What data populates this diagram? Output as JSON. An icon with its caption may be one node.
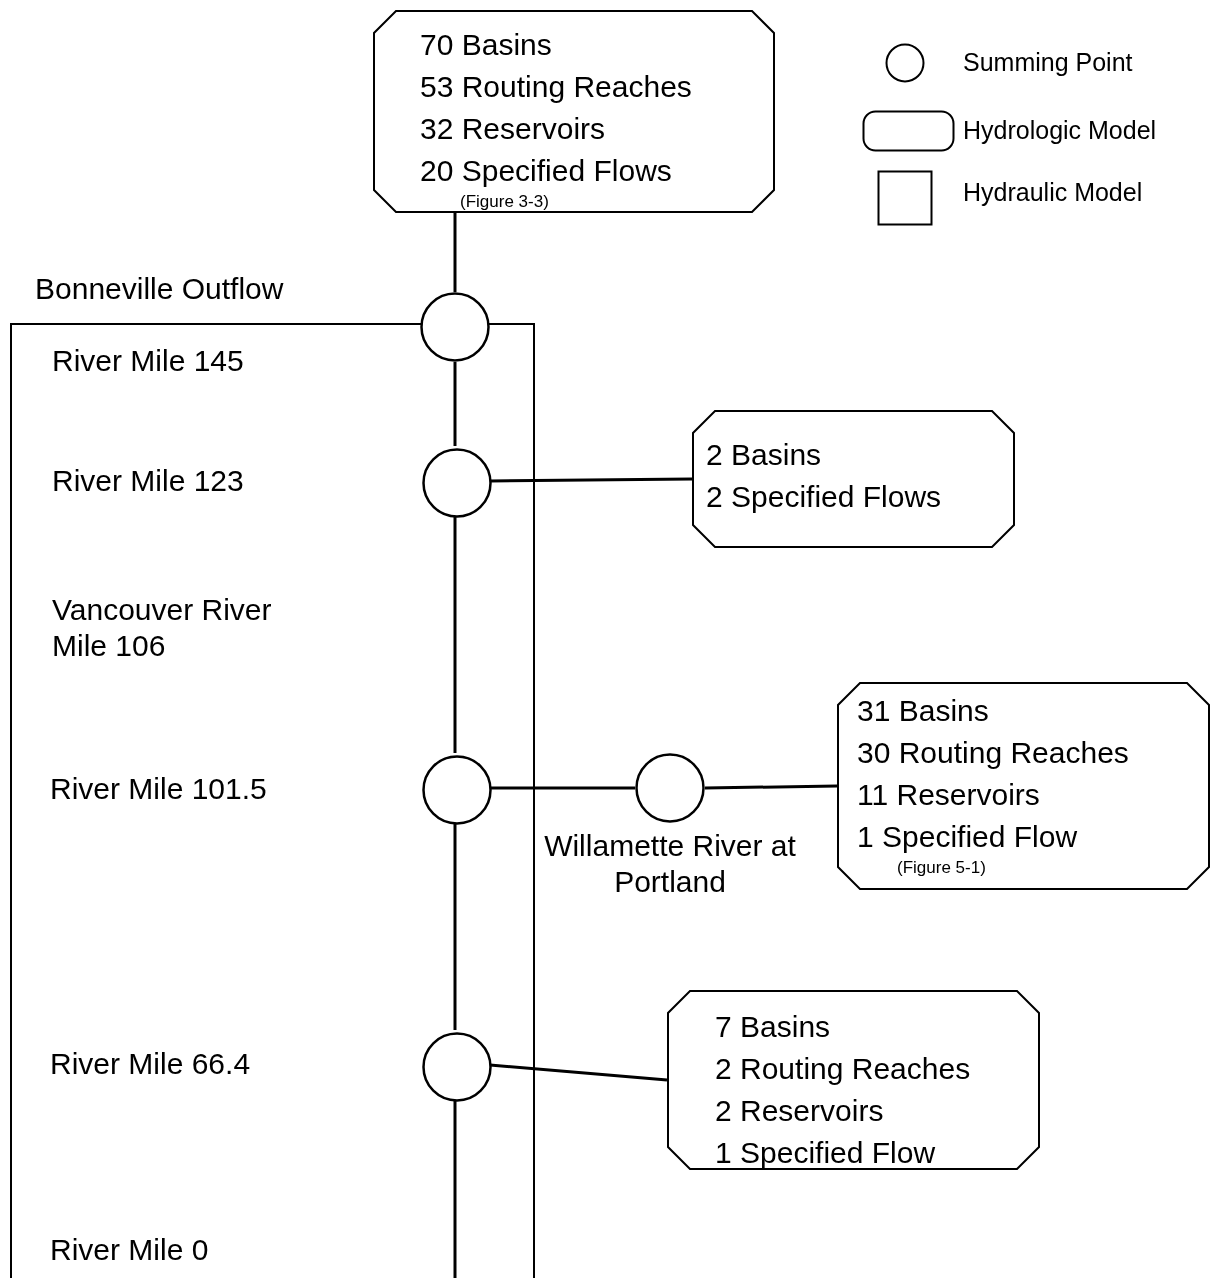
{
  "diagram": {
    "nodes": [
      {
        "text": [
          "70 Basins",
          "53 Routing Reaches",
          "32 Reservoirs",
          "20 Specified Flows",
          "(Figure 3-3)"
        ]
      },
      {
        "text": [],
        "shape": "box"
      },
      {
        "text": [],
        "shape": "circle",
        "beside": [
          "Bonneville Outflow",
          "River Mile 145"
        ]
      },
      {
        "text": [],
        "shape": "circle",
        "in": 1
      },
      {
        "text": [
          "2 Basins",
          "2 Specified Flows"
        ]
      },
      {
        "text": [],
        "shape": "circle",
        "in": 1
      },
      {
        "text": [],
        "shape": "circle",
        "beside": [
          "Willamette River at Portland"
        ]
      },
      {
        "text": [
          "31 Basins",
          "30 Routing Reaches",
          "11 Reservoirs",
          "1 Specified Flow",
          "(Figure 5-1)"
        ]
      },
      {
        "text": [],
        "shape": "circle",
        "in": 1
      },
      {
        "text": [
          "7 Basins",
          "2 Routing Reaches",
          "2 Reservoirs",
          "1 Specified Flow"
        ]
      }
    ],
    "edges": [
      {
        "from": 0,
        "to": 2,
        "arrow": "none"
      },
      {
        "from": 2,
        "to": 3,
        "arrow": "none"
      },
      {
        "from": 3,
        "to": 4,
        "arrow": "none"
      },
      {
        "from": 3,
        "to": 5,
        "arrow": "none"
      },
      {
        "from": 5,
        "to": 6,
        "arrow": "none"
      },
      {
        "from": 6,
        "to": 7,
        "arrow": "none"
      },
      {
        "from": 5,
        "to": 8,
        "arrow": "none"
      },
      {
        "from": 8,
        "to": 9,
        "arrow": "none"
      },
      {
        "from": 8,
        "to": null,
        "arrow": "none"
      }
    ],
    "labels": [
      "River Mile 123",
      "Vancouver River Mile 106",
      "River Mile 101.5",
      "River Mile 66.4",
      "River Mile 0"
    ],
    "legend": [
      {
        "text": "Summing Point"
      },
      {
        "text": "Hydrologic Model"
      },
      {
        "text": "Hydraulic Model"
      }
    ]
  }
}
